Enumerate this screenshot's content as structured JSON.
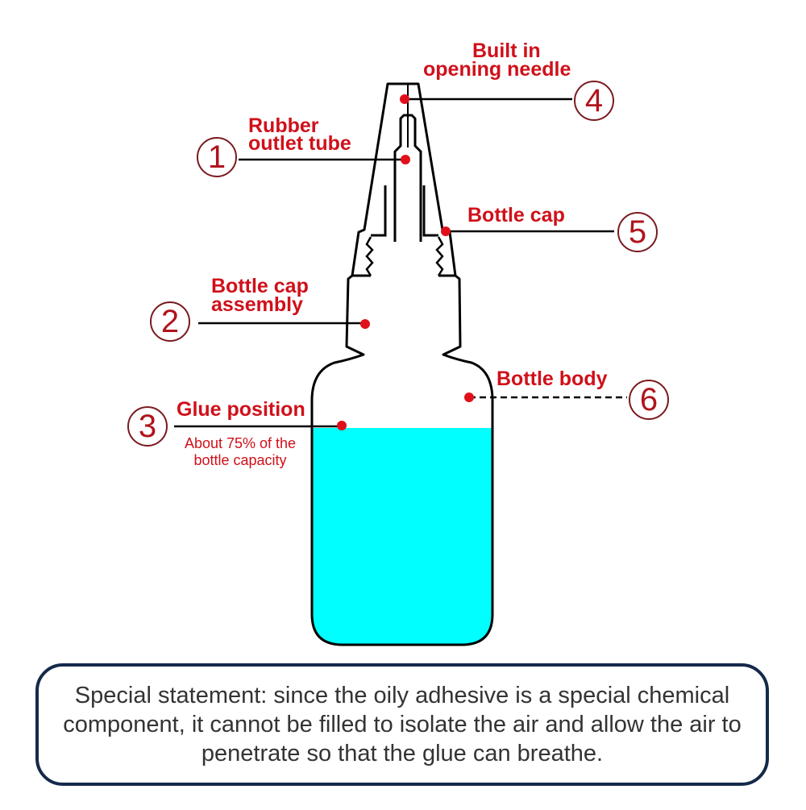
{
  "colors": {
    "label_red": "#d0101a",
    "dot_red": "#e0101a",
    "glue_fill": "#00ffff",
    "outline": "#000000",
    "box_border": "#15294a",
    "statement_text": "#333333"
  },
  "callouts": [
    {
      "number": "1",
      "glyph": "①",
      "label_line1": "Rubber",
      "label_line2": "outlet tube",
      "part": "rubber-outlet-tube"
    },
    {
      "number": "2",
      "glyph": "②",
      "label_line1": "Bottle cap",
      "label_line2": "assembly",
      "part": "bottle-cap-assembly"
    },
    {
      "number": "3",
      "glyph": "③",
      "label_line1": "Glue position",
      "sub_line1": "About 75% of the",
      "sub_line2": "bottle capacity",
      "part": "glue-position"
    },
    {
      "number": "4",
      "glyph": "④",
      "label_line1": "Built in",
      "label_line2": "opening needle",
      "part": "built-in-opening-needle"
    },
    {
      "number": "5",
      "glyph": "⑤",
      "label_line1": "Bottle cap",
      "part": "bottle-cap"
    },
    {
      "number": "6",
      "glyph": "⑥",
      "label_line1": "Bottle body",
      "part": "bottle-body"
    }
  ],
  "glue_fill_percent": "75%",
  "statement": {
    "text": "Special statement: since the oily adhesive is a special chemical component, it cannot be filled to isolate the air and allow the air to penetrate so that the glue can breathe."
  }
}
